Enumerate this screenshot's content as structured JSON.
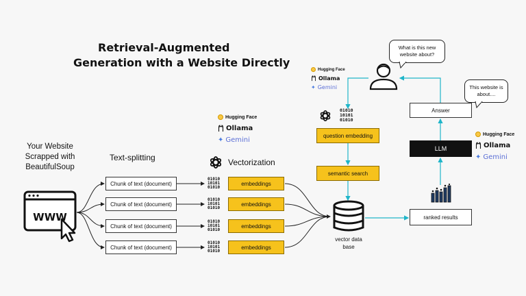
{
  "title": {
    "line1": "Retrieval-Augmented",
    "line2": "Generation with a  Website Directly"
  },
  "source": {
    "label_line1": "Your Website",
    "label_line2": "Scrapped with",
    "label_line3": "BeautifulSoup",
    "www": "WWW"
  },
  "splitting": {
    "label": "Text-splitting",
    "chunks": [
      "Chunk of text (document)",
      "Chunk of text (document)",
      "Chunk of text (document)",
      "Chunk of text (document)"
    ]
  },
  "vectorization": {
    "label": "Vectorization",
    "embeddings": [
      "embeddings",
      "embeddings",
      "embeddings",
      "embeddings"
    ],
    "bits": [
      "01010",
      "10101",
      "01010"
    ]
  },
  "providers": {
    "hugging_face": "Hugging Face",
    "ollama": "Ollama",
    "gemini": "Gemini"
  },
  "pipeline": {
    "question_embedding": "question embedding",
    "semantic_search": "semantic search",
    "vector_db_line1": "vector data",
    "vector_db_line2": "base",
    "ranked_results": "ranked results",
    "llm": "LLM",
    "answer": "Answer"
  },
  "bubbles": {
    "question_line1": "What is this new",
    "question_line2": "website about?",
    "answer_line1": "This website is",
    "answer_line2": "about...."
  },
  "icons": [
    "browser-www-icon",
    "cursor-icon",
    "openai-logo-icon",
    "binary-icon",
    "database-icon",
    "user-icon",
    "bar-chart-icon",
    "hugging-face-icon",
    "ollama-icon",
    "gemini-star-icon",
    "speech-bubble-icon"
  ],
  "colors": {
    "accent_yellow": "#f6c21c",
    "arrow_cyan": "#1fb5c9",
    "ink": "#111111",
    "llm_black": "#111111"
  }
}
